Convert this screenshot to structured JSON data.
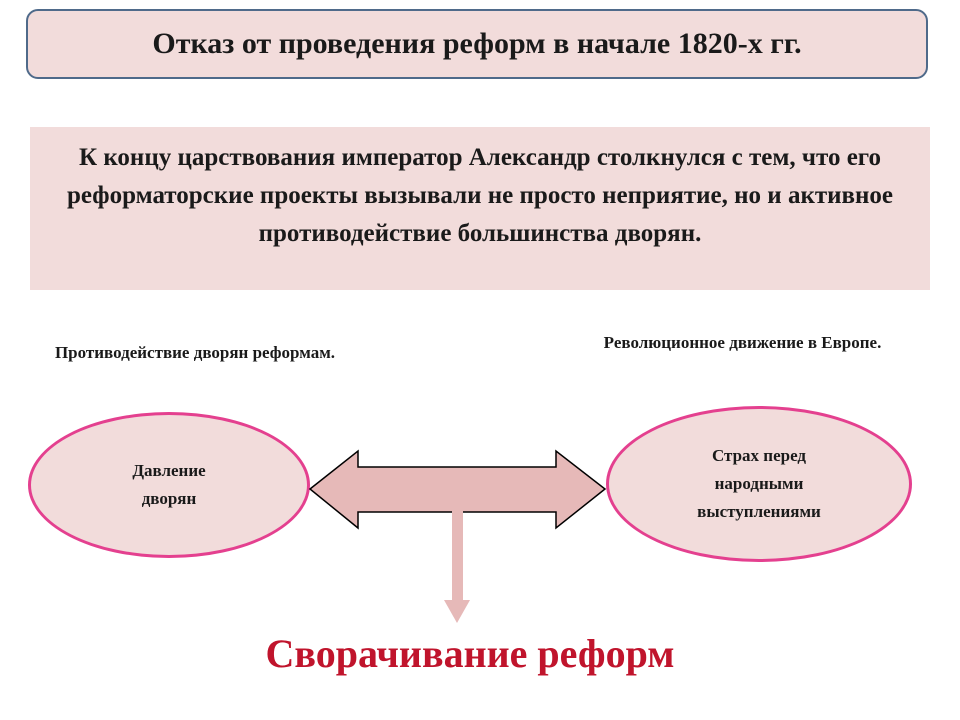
{
  "title": "Отказ от проведения реформ в начале 1820-х гг.",
  "intro": "К концу царствования император Александр столкнулся с тем, что его реформаторские проекты вызывали не просто неприятие, но и активное противодействие большинства дворян.",
  "left": {
    "caption": "Противодействие дворян реформам.",
    "ellipse": "Давление\nдворян"
  },
  "right": {
    "caption": "Революционное движение в Европе.",
    "ellipse": "Страх перед\nнародными\nвыступлениями"
  },
  "result": "Сворачивание реформ",
  "colors": {
    "box_fill": "#f2dcdb",
    "title_border": "#4f6a8a",
    "ellipse_border": "#e4408f",
    "arrow_fill": "#e6b9b8",
    "down_arrow": "#e6b9b8",
    "result_text": "#c0142c"
  }
}
